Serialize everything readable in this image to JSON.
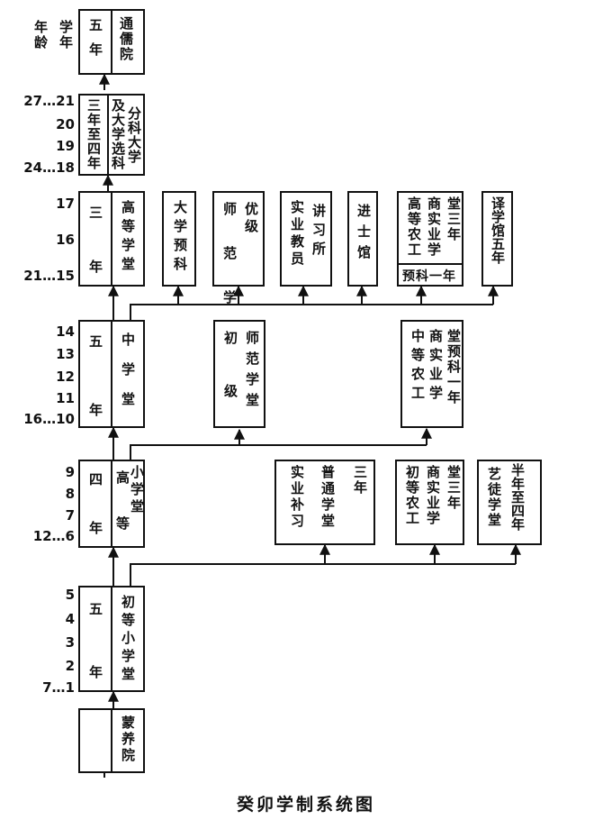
{
  "axis": {
    "age_header": "年龄",
    "years_header": "学年",
    "tongru": [
      "27…21",
      "20",
      "19",
      "24…18"
    ],
    "gaodeng": [
      "17",
      "16",
      "21…15"
    ],
    "zhong": [
      "14",
      "13",
      "12",
      "11",
      "16…10"
    ],
    "gaoxiao": [
      "9",
      "8",
      "7",
      "12…6"
    ],
    "chuxiao": [
      "5",
      "4",
      "3",
      "2",
      "7…1"
    ]
  },
  "main": {
    "tongru_years": "五年",
    "tongru_name": "通儒院",
    "daxue_years": "三年至四年",
    "daxue_name_a": "分科大学",
    "daxue_name_b": "及大学选科",
    "gaodeng_years_a": "三",
    "gaodeng_years_b": "年",
    "gaodeng_name": "高等学堂",
    "zhong_years_a": "五",
    "zhong_years_b": "年",
    "zhong_name": "中学堂",
    "gaoxiao_years_a": "四",
    "gaoxiao_years_b": "年",
    "gaoxiao_name_a": "高等",
    "gaoxiao_name_b": "小学堂",
    "chuxiao_years_a": "五",
    "chuxiao_years_b": "年",
    "chuxiao_name": "初等小学堂",
    "mengyang_name": "蒙养院"
  },
  "higher_branches": {
    "daxue_yuke": "大学预科",
    "youji_shifan_a": "优级",
    "youji_shifan_b": "师范学堂",
    "shiye_jiaoyuan_a": "实业教员",
    "shiye_jiaoyuan_b": "讲习所",
    "jinshiguan": "进士馆",
    "gaodeng_shiye_a": "高等农工",
    "gaodeng_shiye_b": "商实业学",
    "gaodeng_shiye_c": "堂三年",
    "gaodeng_shiye_pre": "预科一年",
    "yixueguan": "译学馆五年"
  },
  "middle_branches": {
    "chuji_shifan_a": "初级",
    "chuji_shifan_b": "师范学堂",
    "zhongdeng_shiye_a": "中等农工",
    "zhongdeng_shiye_b": "商实业学",
    "zhongdeng_shiye_c": "堂预科一年"
  },
  "lower_branches": {
    "shiye_buxi": "实业补习",
    "putong_xuetang": "普通学堂",
    "sannian": "三年",
    "chudeng_shiye_a": "初等农工",
    "chudeng_shiye_b": "商实业学",
    "chudeng_shiye_c": "堂三年",
    "yitu_a": "艺徒学堂",
    "yitu_b": "半年至四年"
  },
  "caption": "癸卯学制系统图"
}
